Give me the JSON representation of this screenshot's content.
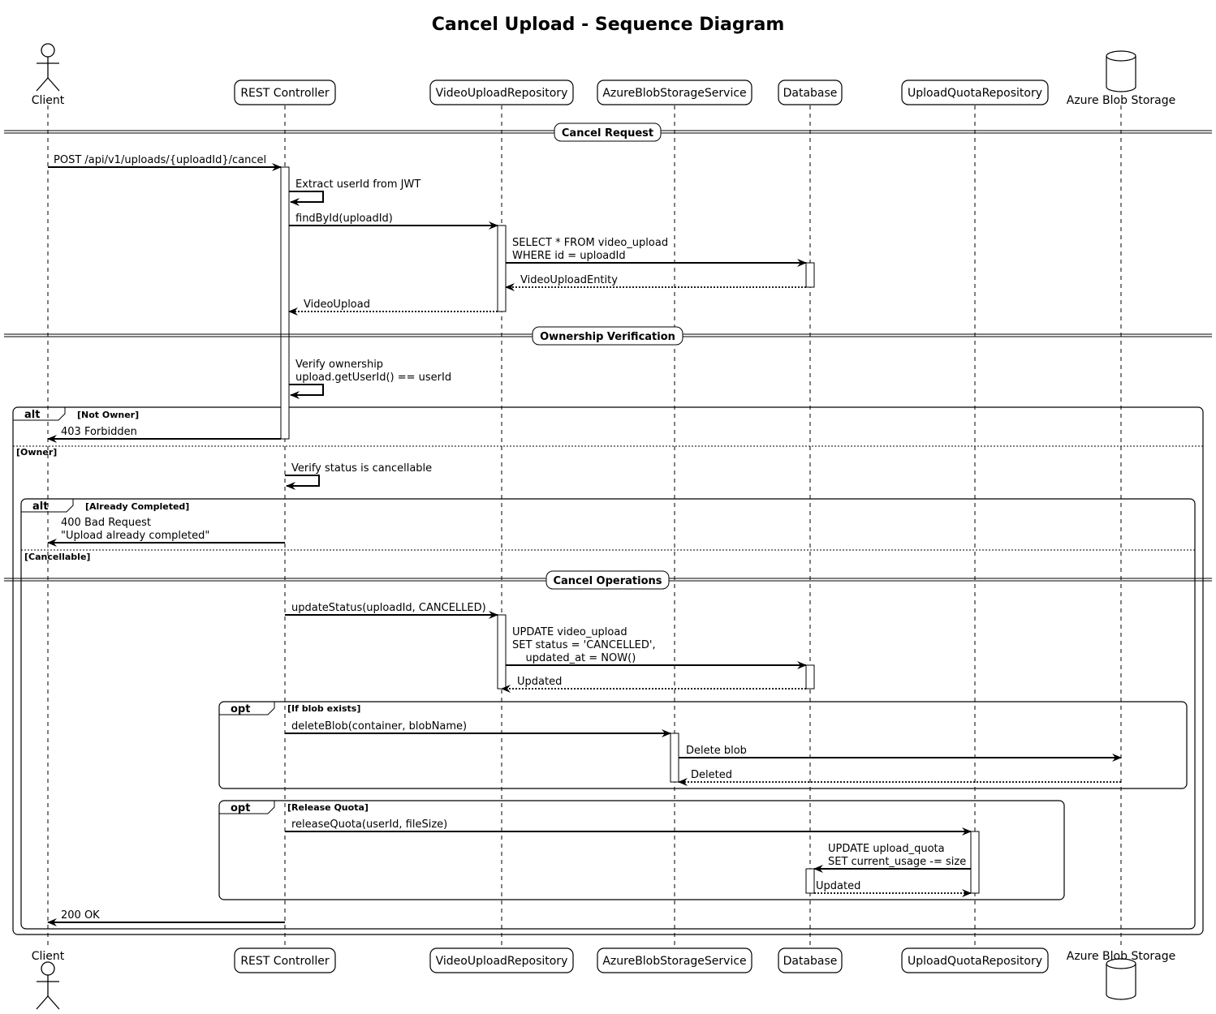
{
  "title": "Cancel Upload - Sequence Diagram",
  "participants": [
    {
      "id": "client",
      "label": "Client",
      "kind": "actor"
    },
    {
      "id": "rest",
      "label": "REST Controller",
      "kind": "box"
    },
    {
      "id": "vur",
      "label": "VideoUploadRepository",
      "kind": "box"
    },
    {
      "id": "abss",
      "label": "AzureBlobStorageService",
      "kind": "box"
    },
    {
      "id": "db",
      "label": "Database",
      "kind": "box"
    },
    {
      "id": "uqr",
      "label": "UploadQuotaRepository",
      "kind": "box"
    },
    {
      "id": "abs",
      "label": "Azure Blob Storage",
      "kind": "database"
    }
  ],
  "dividers": [
    {
      "label": "Cancel Request"
    },
    {
      "label": "Ownership Verification"
    },
    {
      "label": "Cancel Operations"
    }
  ],
  "fragments": {
    "alt_outer": {
      "keyword": "alt",
      "guard1": "[Not Owner]",
      "guard2": "[Owner]"
    },
    "alt_inner": {
      "keyword": "alt",
      "guard1": "[Already Completed]",
      "guard2": "[Cancellable]"
    },
    "opt_blob": {
      "keyword": "opt",
      "guard": "[If blob exists]"
    },
    "opt_quota": {
      "keyword": "opt",
      "guard": "[Release Quota]"
    }
  },
  "messages": [
    {
      "from": "client",
      "to": "rest",
      "lines": [
        "POST /api/v1/uploads/{uploadId}/cancel"
      ],
      "style": "solid"
    },
    {
      "from": "rest",
      "to": "rest",
      "lines": [
        "Extract userId from JWT"
      ],
      "style": "self"
    },
    {
      "from": "rest",
      "to": "vur",
      "lines": [
        "findById(uploadId)"
      ],
      "style": "solid"
    },
    {
      "from": "vur",
      "to": "db",
      "lines": [
        "SELECT * FROM video_upload",
        "WHERE id = uploadId"
      ],
      "style": "solid"
    },
    {
      "from": "db",
      "to": "vur",
      "lines": [
        "VideoUploadEntity"
      ],
      "style": "dotted"
    },
    {
      "from": "vur",
      "to": "rest",
      "lines": [
        "VideoUpload"
      ],
      "style": "dotted"
    },
    {
      "from": "rest",
      "to": "rest",
      "lines": [
        "Verify ownership",
        "upload.getUserId() == userId"
      ],
      "style": "self"
    },
    {
      "from": "rest",
      "to": "client",
      "lines": [
        "403 Forbidden"
      ],
      "style": "solid"
    },
    {
      "from": "rest",
      "to": "rest",
      "lines": [
        "Verify status is cancellable"
      ],
      "style": "self"
    },
    {
      "from": "rest",
      "to": "client",
      "lines": [
        "400 Bad Request",
        "\"Upload already completed\""
      ],
      "style": "solid"
    },
    {
      "from": "rest",
      "to": "vur",
      "lines": [
        "updateStatus(uploadId, CANCELLED)"
      ],
      "style": "solid"
    },
    {
      "from": "vur",
      "to": "db",
      "lines": [
        "UPDATE video_upload",
        "SET status = 'CANCELLED',",
        "    updated_at = NOW()"
      ],
      "style": "solid"
    },
    {
      "from": "db",
      "to": "vur",
      "lines": [
        "Updated"
      ],
      "style": "dotted"
    },
    {
      "from": "rest",
      "to": "abss",
      "lines": [
        "deleteBlob(container, blobName)"
      ],
      "style": "solid"
    },
    {
      "from": "abss",
      "to": "abs",
      "lines": [
        "Delete blob"
      ],
      "style": "solid"
    },
    {
      "from": "abs",
      "to": "abss",
      "lines": [
        "Deleted"
      ],
      "style": "dotted"
    },
    {
      "from": "rest",
      "to": "uqr",
      "lines": [
        "releaseQuota(userId, fileSize)"
      ],
      "style": "solid"
    },
    {
      "from": "uqr",
      "to": "db",
      "lines": [
        "UPDATE upload_quota",
        "SET current_usage -= size"
      ],
      "style": "solid"
    },
    {
      "from": "db",
      "to": "uqr",
      "lines": [
        "Updated"
      ],
      "style": "dotted"
    },
    {
      "from": "rest",
      "to": "client",
      "lines": [
        "200 OK"
      ],
      "style": "solid"
    }
  ]
}
